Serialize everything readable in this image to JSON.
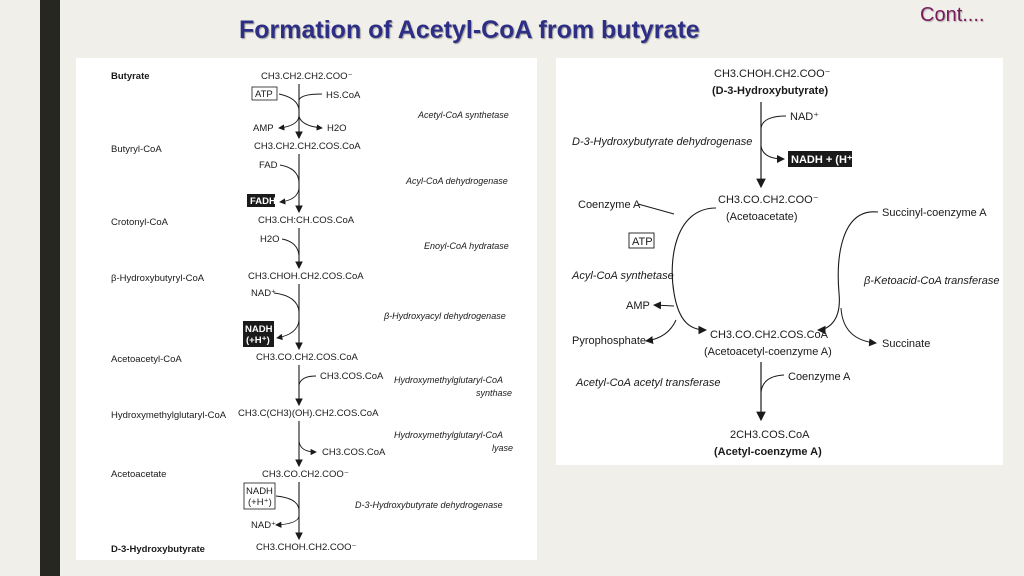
{
  "slide": {
    "title": "Formation of Acetyl-CoA from butyrate",
    "cont": "Cont...."
  },
  "left_pathway": {
    "compounds": [
      "Butyrate",
      "Butyryl-CoA",
      "Crotonyl-CoA",
      "β-Hydroxybutyryl-CoA",
      "Acetoacetyl-CoA",
      "Hydroxymethylglutaryl-CoA",
      "Acetoacetate",
      "D-3-Hydroxybutyrate"
    ],
    "formulas": [
      "CH3.CH2.CH2.COO⁻",
      "CH3.CH2.CH2.COS.CoA",
      "CH3.CH:CH.COS.CoA",
      "CH3.CHOH.CH2.COS.CoA",
      "CH3.CO.CH2.COS.CoA",
      "CH3.C(CH3)(OH).CH2.COS.CoA",
      "CH3.CO.CH2.COO⁻",
      "CH3.CHOH.CH2.COO⁻"
    ],
    "cofactors": {
      "atp": "ATP",
      "hs_coa": "HS.CoA",
      "amp": "AMP",
      "h2o_out": "H2O",
      "fad": "FAD",
      "fadh": "FADH",
      "h2o_in": "H2O",
      "nad_in": "NAD⁺",
      "nadh_1": "NADH",
      "nadh_2": "(+H⁺)",
      "ch3coscoa_1": "CH3.COS.CoA",
      "ch3coscoa_2": "CH3.COS.CoA",
      "nadh_b1": "NADH",
      "nadh_b2": "(+H⁺)",
      "nad_out": "NAD⁺"
    },
    "enzymes": {
      "e1": "Acetyl-CoA synthetase",
      "e2": "Acyl-CoA dehydrogenase",
      "e3": "Enoyl-CoA hydratase",
      "e4": "β-Hydroxyacyl dehydrogenase",
      "e5a": "Hydroxymethylglutaryl-CoA",
      "e5b": "synthase",
      "e6a": "Hydroxymethylglutaryl-CoA",
      "e6b": "lyase",
      "e7": "D-3-Hydroxybutyrate dehydrogenase"
    }
  },
  "right_pathway": {
    "top_formula": "CH3.CHOH.CH2.COO⁻",
    "top_name": "(D-3-Hydroxybutyrate)",
    "nad": "NAD⁺",
    "nadh": "NADH + (H⁺)",
    "dehydrogenase": "D-3-Hydroxybutyrate dehydrogenase",
    "acetoacetate_formula": "CH3.CO.CH2.COO⁻",
    "acetoacetate_name": "(Acetoacetate)",
    "coenzyme_a_left": "Coenzyme A",
    "atp": "ATP",
    "synthetase": "Acyl-CoA synthetase",
    "amp": "AMP",
    "pyrophosphate": "Pyrophosphate",
    "succinyl": "Succinyl-coenzyme A",
    "transferase": "β-Ketoacid-CoA transferase",
    "succinate": "Succinate",
    "acac_coa_formula": "CH3.CO.CH2.COS.CoA",
    "acac_coa_name": "(Acetoacetyl-coenzyme A)",
    "acetyl_transferase": "Acetyl-CoA acetyl transferase",
    "coenzyme_a_right": "Coenzyme A",
    "product_formula": "2CH3.COS.CoA",
    "product_name": "(Acetyl-coenzyme A)"
  }
}
